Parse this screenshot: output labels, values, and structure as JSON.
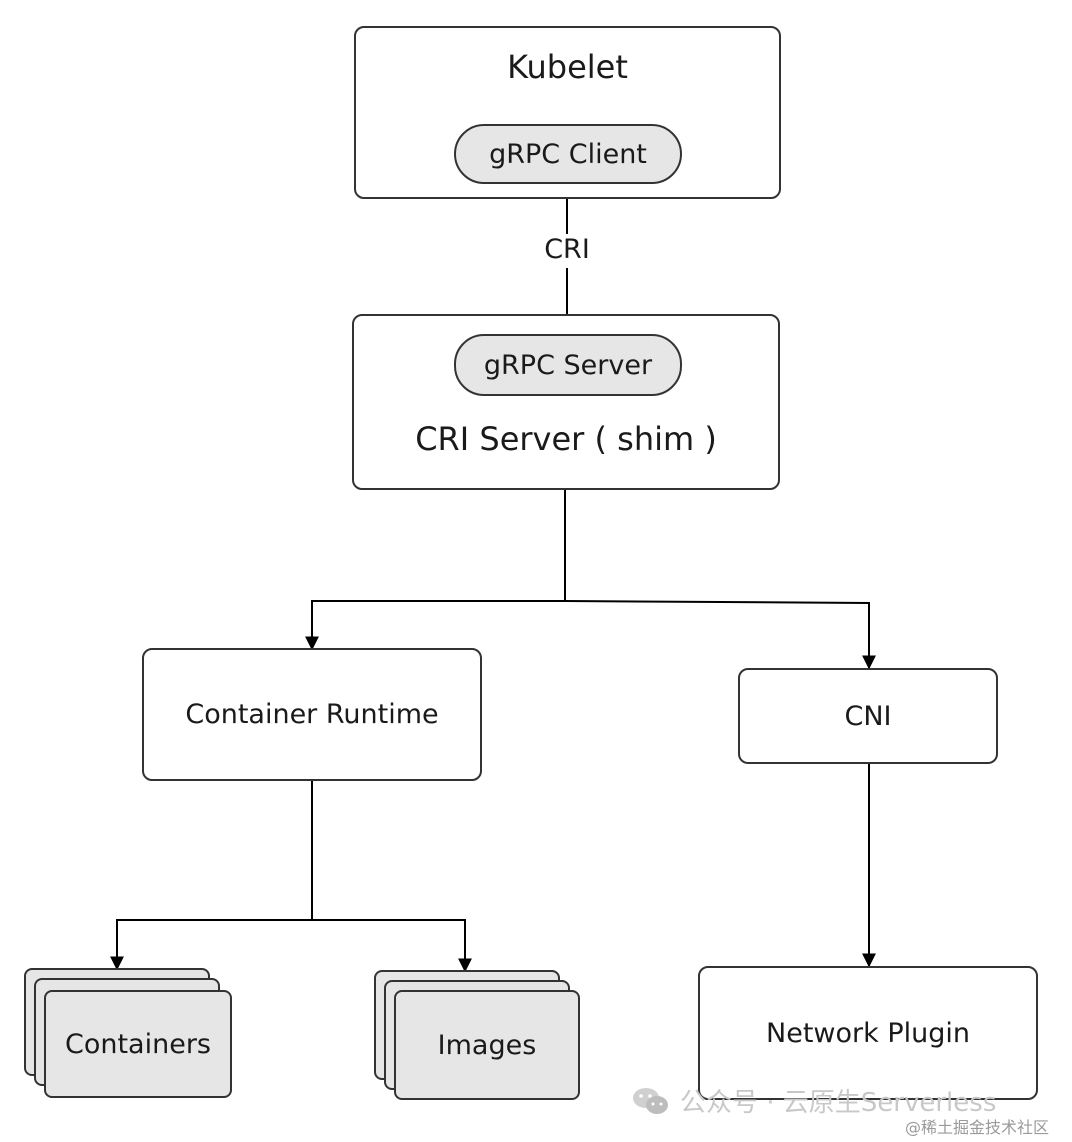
{
  "nodes": {
    "kubelet": "Kubelet",
    "grpc_client": "gRPC Client",
    "cri_edge": "CRI",
    "grpc_server": "gRPC Server",
    "cri_server": "CRI Server ( shim )",
    "container_runtime": "Container Runtime",
    "cni": "CNI",
    "containers": "Containers",
    "images": "Images",
    "network_plugin": "Network Plugin"
  },
  "watermark": {
    "account": "公众号 · 云原生Serverless",
    "site": "@稀土掘金技术社区"
  }
}
